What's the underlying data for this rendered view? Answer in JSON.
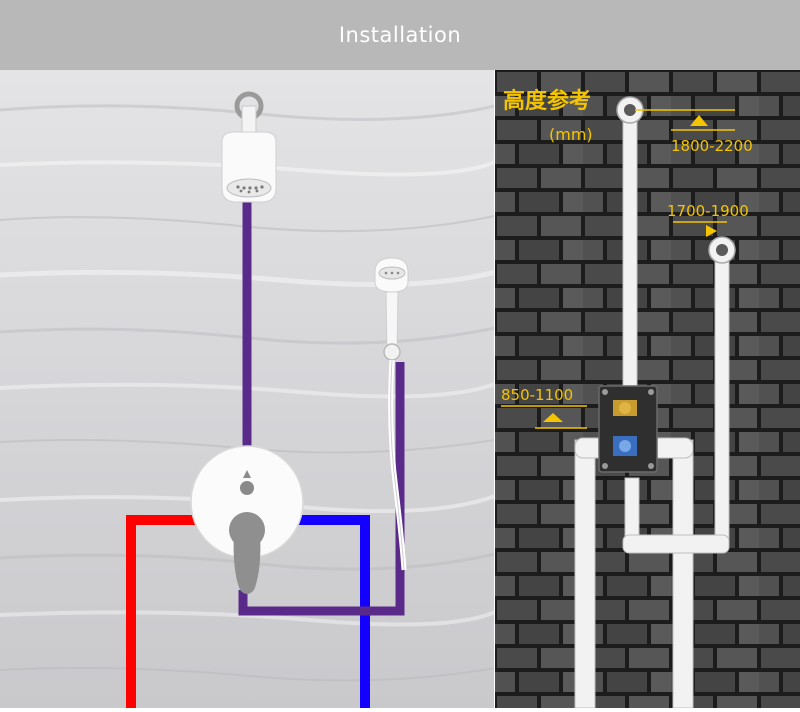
{
  "header": {
    "title": "Installation"
  },
  "height_reference": {
    "label_cn": "高度参考",
    "unit": "(mm)",
    "shower_head_height": "1800-2200",
    "handheld_outlet_height": "1700-1900",
    "valve_height": "850-1100"
  },
  "colors": {
    "header_bg": "#b8b8b8",
    "hot_pipe": "#ff0000",
    "cold_pipe": "#1400ff",
    "mixed_pipe": "#5a2a8a",
    "label_yellow": "#f5c400",
    "brick": "#4a4a4a",
    "mortar": "#1e1e1e"
  },
  "icons": {
    "shower_head": "overhead-shower-head-icon",
    "hand_shower": "hand-shower-icon",
    "valve": "diverter-valve-icon",
    "mixing_box": "concealed-mixing-box-icon"
  }
}
